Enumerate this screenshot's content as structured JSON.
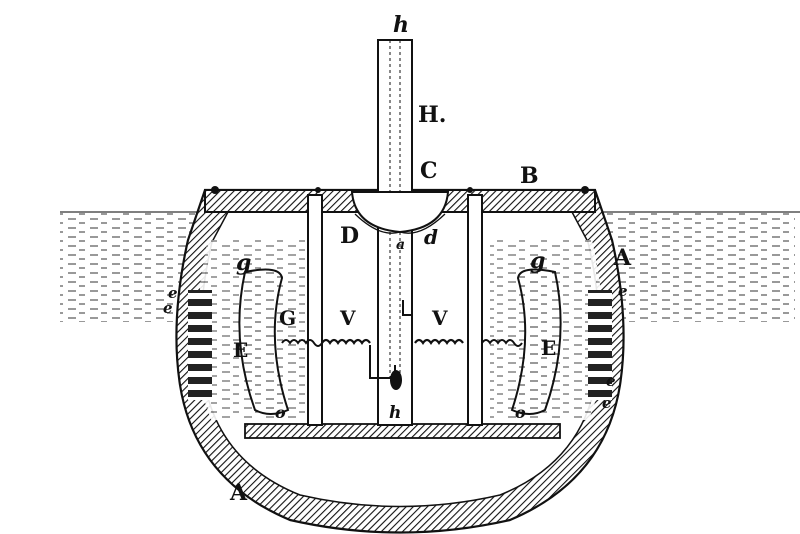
{
  "colors": {
    "ink": "#111111",
    "paper": "#ffffff",
    "water": "#333333"
  },
  "labels": {
    "h_top": "h",
    "H": "H.",
    "C": "C",
    "B": "B",
    "D": "D",
    "d": "d",
    "a": "a",
    "A_right": "A",
    "A_bottom": "A",
    "g_left": "g",
    "g_right": "g",
    "G": "G",
    "V_left": "V",
    "V_right": "V",
    "E_left": "E",
    "E_right": "E",
    "e_left_1": "e",
    "e_left_2": "e",
    "e_right_1": "e",
    "e_right_2": "e",
    "e_right_3": "e",
    "h_bottom": "h",
    "o_left": "o",
    "o_right": "o"
  }
}
